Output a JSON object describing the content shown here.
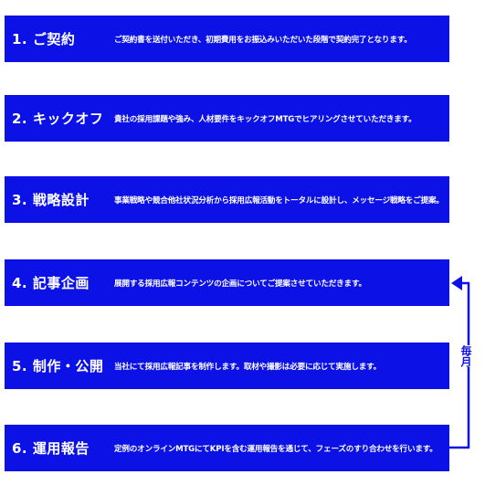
{
  "steps": [
    {
      "title": "1. ご契約",
      "description": "ご契約書を送付いただき、初期費用をお振込みいただいた段階で契約完了となります。"
    },
    {
      "title": "2. キックオフ",
      "description": "貴社の採用課題や強み、人材要件をキックオフMTGでヒアリングさせていただきます。"
    },
    {
      "title": "3. 戦略設計",
      "description": "事業戦略や競合他社状況分析から採用広報活動をトータルに設計し、メッセージ戦略をご提案。"
    },
    {
      "title": "4. 記事企画",
      "description": "展開する採用広報コンテンツの企画についてご提案させていただきます。"
    },
    {
      "title": "5. 制作・公開",
      "description": "当社にて採用広報記事を制作します。取材や撮影は必要に応じて実施します。"
    },
    {
      "title": "6. 運用報告",
      "description": "定例のオンラインMTGにてKPIを含む運用報告を通じて、フェーズのすり合わせを行います。"
    }
  ],
  "loop": {
    "label": "毎月"
  },
  "colors": {
    "box": "#0c12e6",
    "text": "#ffffff",
    "arrow": "#0c12e6"
  }
}
